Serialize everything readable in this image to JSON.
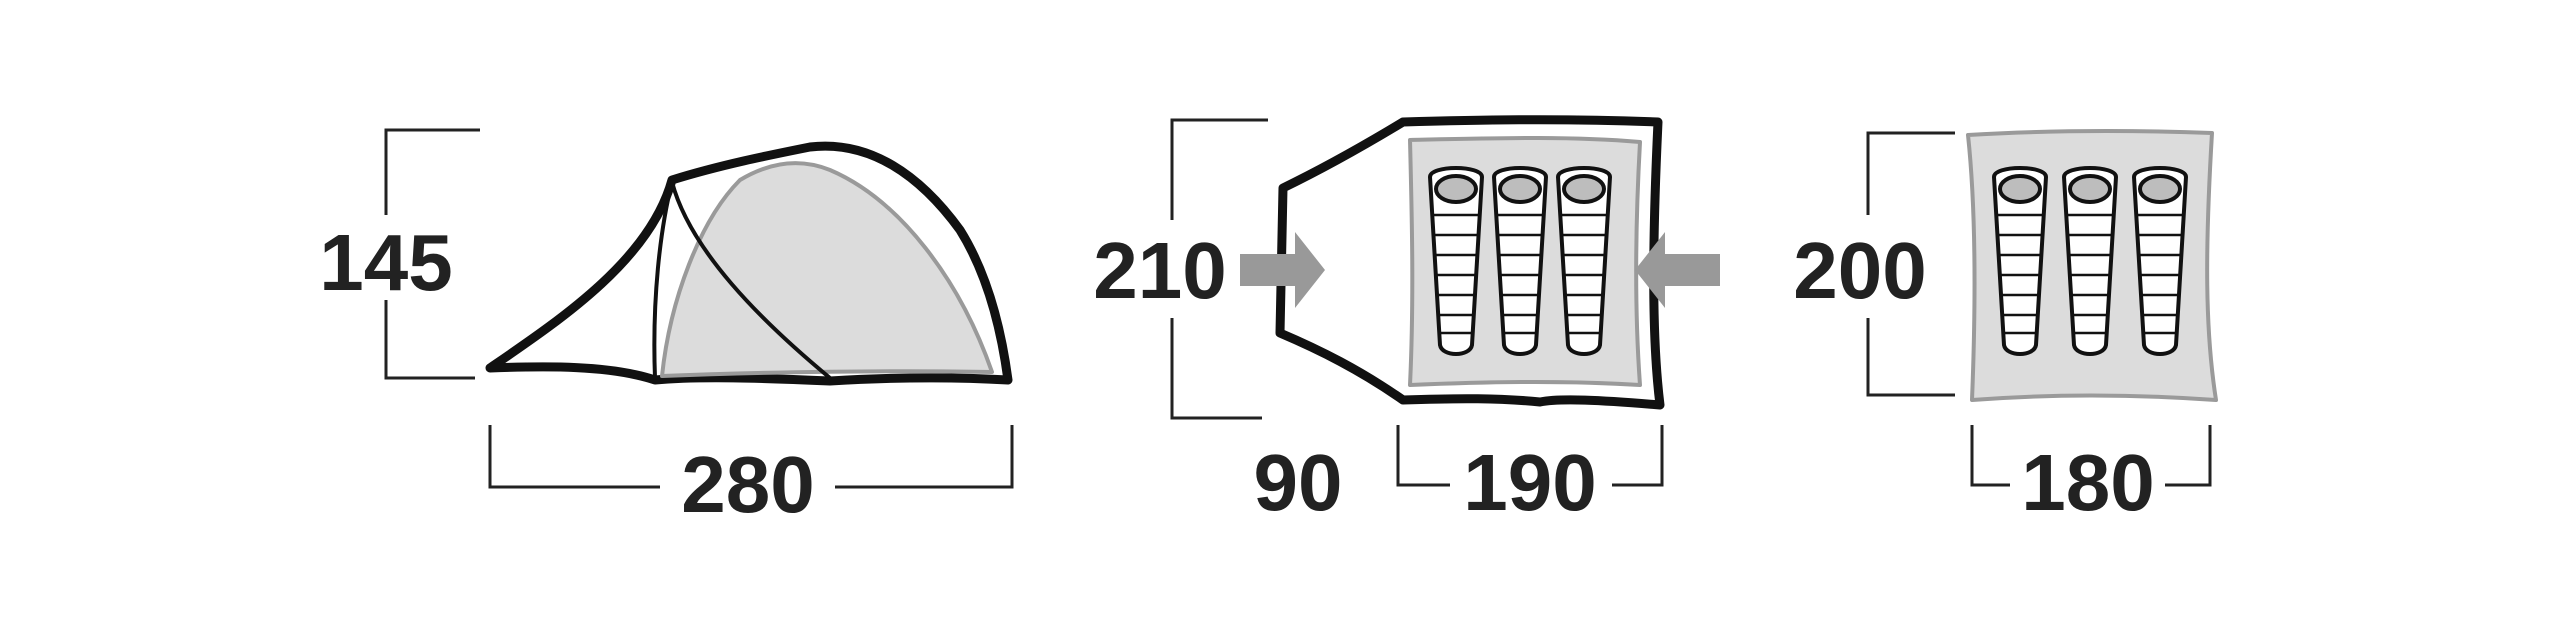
{
  "side_view": {
    "height_label": "145",
    "length_label": "280"
  },
  "floor_plan": {
    "width_label": "210",
    "vestibule_label": "90",
    "inner_length_label": "190",
    "sleeping_bag_count": 3
  },
  "inner_tent": {
    "width_label": "200",
    "length_label": "180",
    "sleeping_bag_count": 3
  },
  "colors": {
    "outline": "#111111",
    "floor_fill": "#dcdcdc",
    "arrow": "#999999",
    "text": "#222222"
  }
}
